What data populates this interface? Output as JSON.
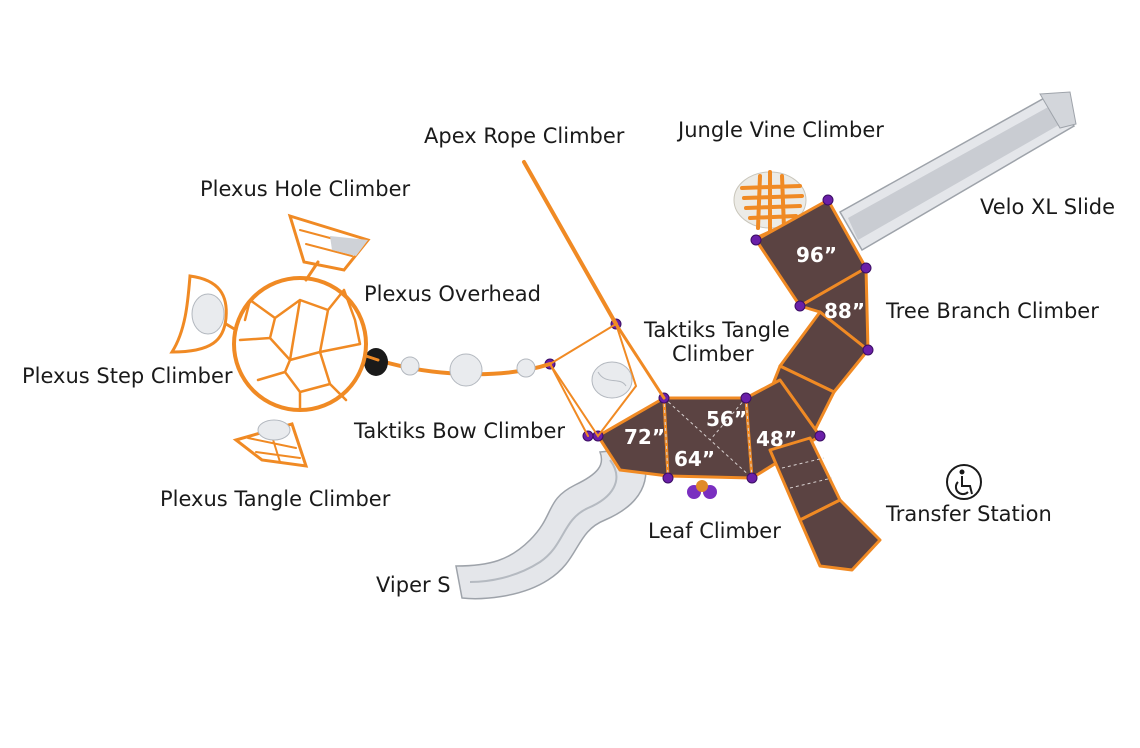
{
  "colors": {
    "frame": "#f08a24",
    "deck": "#5b4342",
    "post": "#6a1fa8",
    "slide": "#e4e6ea",
    "label": "#1a1a1a"
  },
  "labels": {
    "apex_rope_climber": "Apex Rope Climber",
    "jungle_vine_climber": "Jungle Vine Climber",
    "velo_xl_slide": "Velo XL Slide",
    "plexus_hole_climber": "Plexus Hole Climber",
    "plexus_overhead": "Plexus Overhead",
    "plexus_step_climber": "Plexus Step Climber",
    "taktiks_tangle_climber_line1": "Taktiks Tangle",
    "taktiks_tangle_climber_line2": "Climber",
    "tree_branch_climber": "Tree Branch Climber",
    "taktiks_bow_climber": "Taktiks Bow Climber",
    "plexus_tangle_climber": "Plexus Tangle Climber",
    "leaf_climber": "Leaf Climber",
    "transfer_station": "Transfer Station",
    "viper_s": "Viper S"
  },
  "decks": {
    "d96": "96”",
    "d88": "88”",
    "d72": "72”",
    "d64": "64”",
    "d56": "56”",
    "d48": "48”"
  },
  "icons": {
    "accessibility": "wheelchair-icon"
  }
}
